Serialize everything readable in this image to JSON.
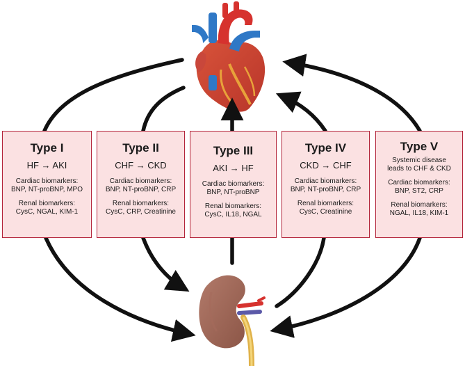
{
  "icons": {
    "heart": "heart-icon",
    "kidney": "kidney-icon"
  },
  "colors": {
    "box_fill": "#fbe1e2",
    "box_border": "#b3243a",
    "arrow": "#111111"
  },
  "types": [
    {
      "title": "Type I",
      "subtitle": "HF → AKI",
      "cardiac_heading": "Cardiac biomarkers:",
      "cardiac_list": "BNP, NT-proBNP, MPO",
      "renal_heading": "Renal biomarkers:",
      "renal_list": "CysC, NGAL, KIM-1"
    },
    {
      "title": "Type II",
      "subtitle": "CHF → CKD",
      "cardiac_heading": "Cardiac biomarkers:",
      "cardiac_list": "BNP, NT-proBNP, CRP",
      "renal_heading": "Renal biomarkers:",
      "renal_list": "CysC, CRP, Creatinine"
    },
    {
      "title": "Type III",
      "subtitle": "AKI → HF",
      "cardiac_heading": "Cardiac biomarkers:",
      "cardiac_list": "BNP, NT-proBNP",
      "renal_heading": "Renal biomarkers:",
      "renal_list": "CysC, IL18, NGAL"
    },
    {
      "title": "Type IV",
      "subtitle": "CKD → CHF",
      "cardiac_heading": "Cardiac biomarkers:",
      "cardiac_list": "BNP, NT-proBNP, CRP",
      "renal_heading": "Renal biomarkers:",
      "renal_list": "CysC, Creatinine"
    },
    {
      "title": "Type V",
      "subtitle_line1": "Systemic disease",
      "subtitle_line2": "leads to CHF & CKD",
      "cardiac_heading": "Cardiac biomarkers:",
      "cardiac_list": "BNP, ST2, CRP",
      "renal_heading": "Renal biomarkers:",
      "renal_list": "NGAL, IL18, KIM-1"
    }
  ]
}
